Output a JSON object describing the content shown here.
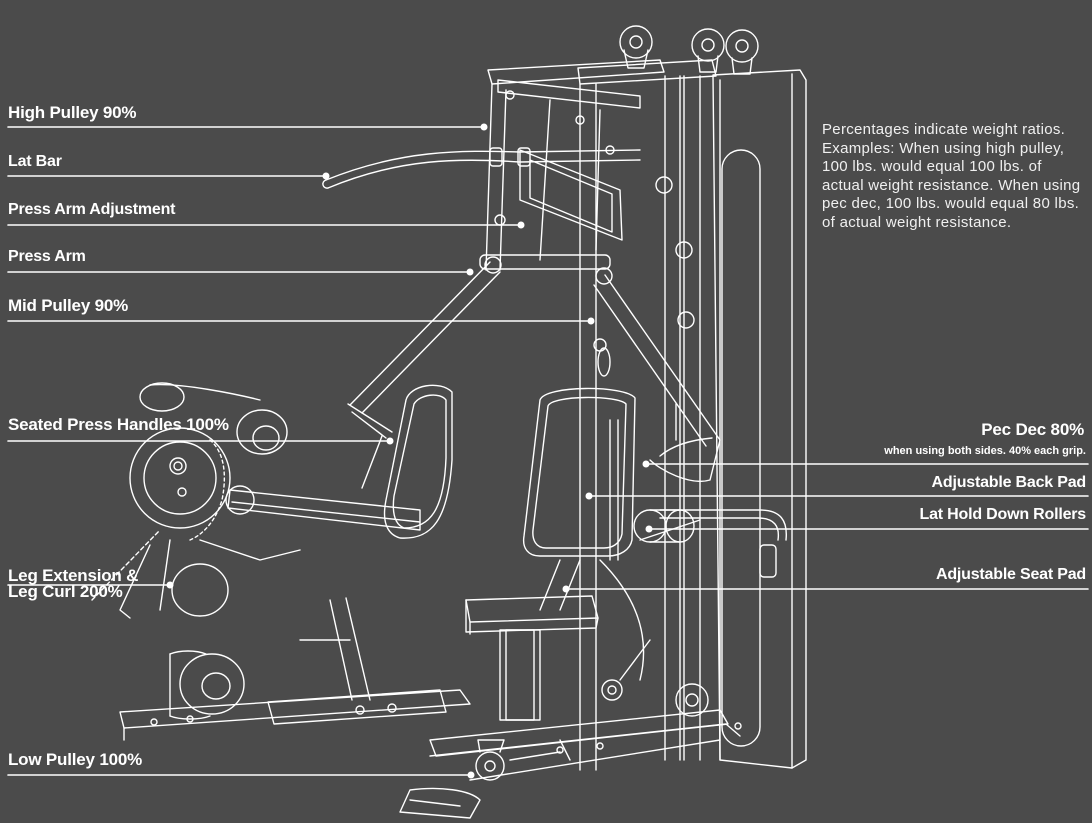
{
  "colors": {
    "background": "#4b4b4b",
    "line_art": "#ffffff",
    "text": "#ffffff"
  },
  "labels_left": {
    "high_pulley": "High Pulley 90%",
    "lat_bar": "Lat Bar",
    "press_arm_adjustment": "Press Arm Adjustment",
    "press_arm": "Press Arm",
    "mid_pulley": "Mid Pulley 90%",
    "seated_press_handles": "Seated Press Handles 100%",
    "leg_extension_line1": "Leg Extension &",
    "leg_extension_line2": "Leg Curl 200%",
    "low_pulley": "Low Pulley 100%"
  },
  "labels_right": {
    "pec_dec": "Pec Dec 80%",
    "pec_dec_note": "when using both sides. 40% each grip.",
    "adjustable_back_pad": "Adjustable Back Pad",
    "lat_hold_down_rollers": "Lat Hold Down Rollers",
    "adjustable_seat_pad": "Adjustable Seat Pad"
  },
  "note": "Percentages indicate weight ratios. Examples: When using high pulley, 100 lbs. would equal 100 lbs. of actual weight resistance. When using pec dec, 100 lbs. would equal 80 lbs. of actual weight resistance."
}
